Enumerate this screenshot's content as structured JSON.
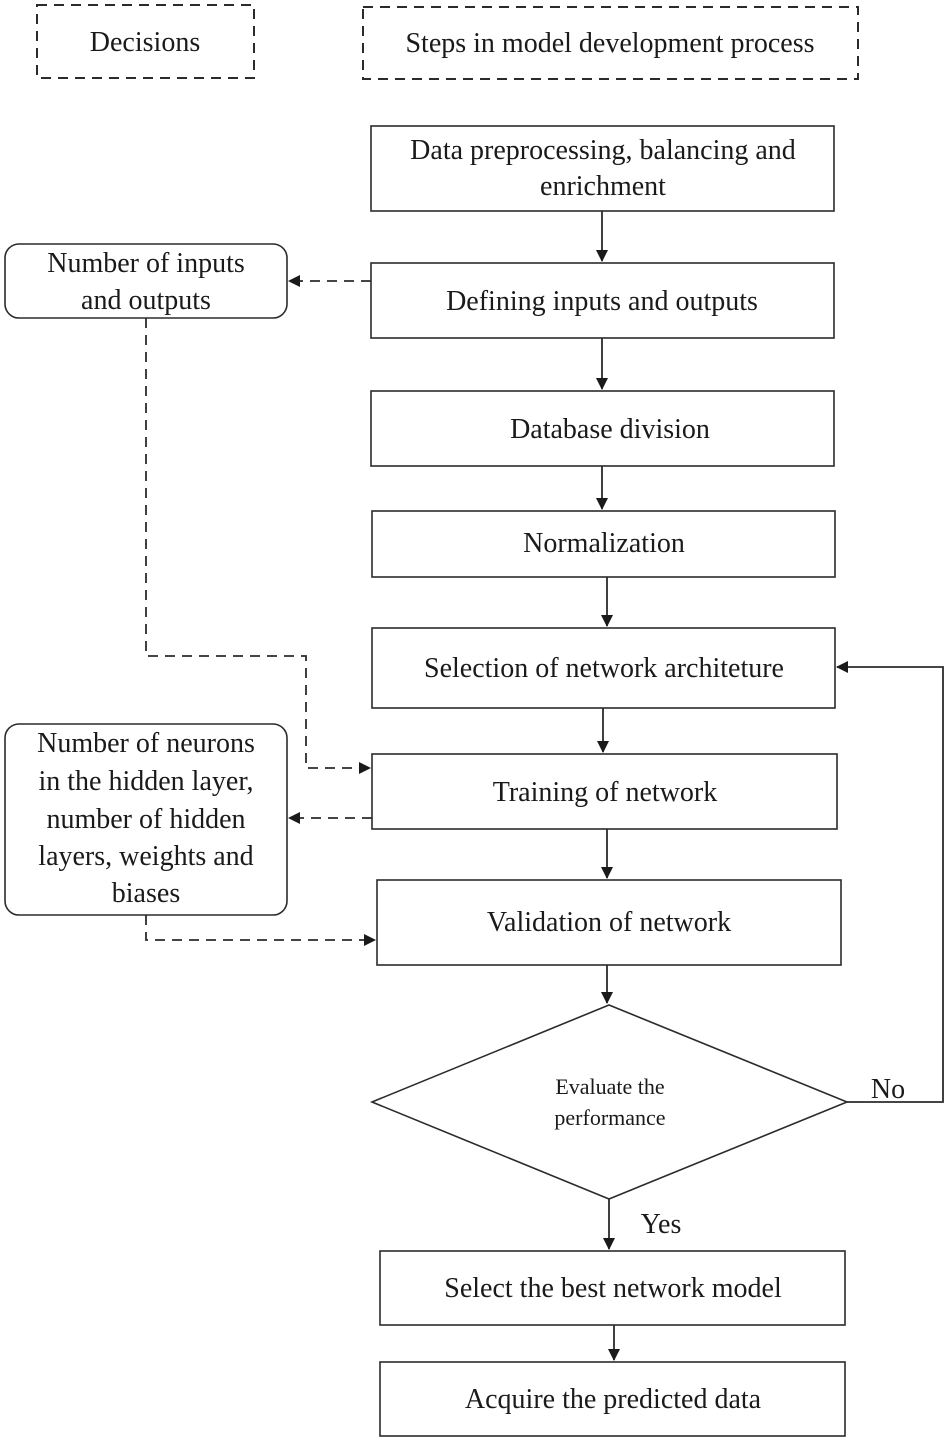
{
  "legend": {
    "decisions": "Decisions",
    "steps": "Steps in model development process"
  },
  "steps": {
    "preprocessing": [
      "Data preprocessing, balancing and",
      "enrichment"
    ],
    "defining_io": "Defining inputs and outputs",
    "database_division": "Database division",
    "normalization": "Normalization",
    "architecture": "Selection of network architeture",
    "training": "Training of network",
    "validation": "Validation of network",
    "select_best": "Select the best network model",
    "acquire": "Acquire the predicted data"
  },
  "decision_diamond": [
    "Evaluate the",
    "performance"
  ],
  "branches": {
    "no": "No",
    "yes": "Yes"
  },
  "decisions": {
    "io_count": [
      "Number of inputs",
      "and outputs"
    ],
    "network_params": [
      "Number of neurons",
      "in the hidden layer,",
      "number of hidden",
      "layers, weights and",
      "biases"
    ]
  }
}
